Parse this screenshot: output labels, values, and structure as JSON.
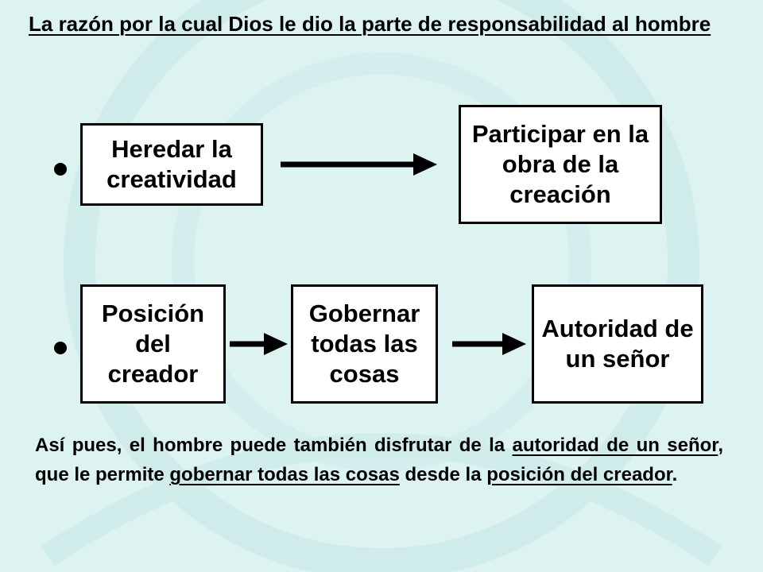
{
  "title": "La razón por la cual Dios le dio la parte de responsabilidad al hombre",
  "row1": {
    "box_left": "Heredar la creatividad",
    "box_right": "Participar en la obra de la creación"
  },
  "row2": {
    "box_1": "Posición del creador",
    "box_2": "Gobernar todas las cosas",
    "box_3": "Autoridad de un señor"
  },
  "summary": {
    "part1": "Así pues, el hombre puede también disfrutar de la ",
    "underline1": "autoridad de un señor",
    "part2": ", que le permite ",
    "underline2": "gobernar todas las cosas",
    "part3": " desde la ",
    "underline3": "posición del creador",
    "part4": "."
  },
  "colors": {
    "background": "#ddf3f1",
    "box_fill": "#ffffff",
    "stroke": "#000000"
  }
}
